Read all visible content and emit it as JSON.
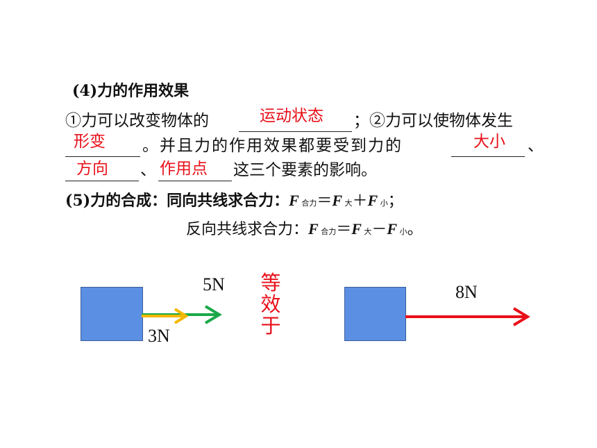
{
  "section4": {
    "title": "(4)力的作用效果",
    "line1_part1": "①力可以改变物体的",
    "line1_part2": "；②力可以使物体发生",
    "line2_part1": "。并且力的作用效果都要受到力的",
    "line2_part2": "、",
    "line3_sep": "、",
    "line3_end": "这三个要素的影响。",
    "answers": {
      "motion_state": "运动状态",
      "deformation": "形变",
      "magnitude": "大小",
      "direction": "方向",
      "point_of_action": "作用点"
    }
  },
  "section5": {
    "title": "(5)力的合成：同向共线求合力：",
    "same_direction": {
      "F": "F",
      "sub_total": "合力",
      "eq": "＝",
      "sub_big": "大",
      "op": "＋",
      "sub_small": "小",
      "end": "；"
    },
    "opposite_label": "反向共线求合力：",
    "opposite_direction": {
      "F": "F",
      "sub_total": "合力",
      "eq": "＝",
      "sub_big": "大",
      "op": "－",
      "sub_small": "小",
      "end": "。"
    }
  },
  "diagram": {
    "left_label_green": "5N",
    "left_label_yellow": "3N",
    "equivalent_text": "等效于",
    "right_label": "8N",
    "colors": {
      "box": "#5b8fe3",
      "green": "#1aa84a",
      "yellow": "#f5b800",
      "red": "#e8101a"
    }
  }
}
